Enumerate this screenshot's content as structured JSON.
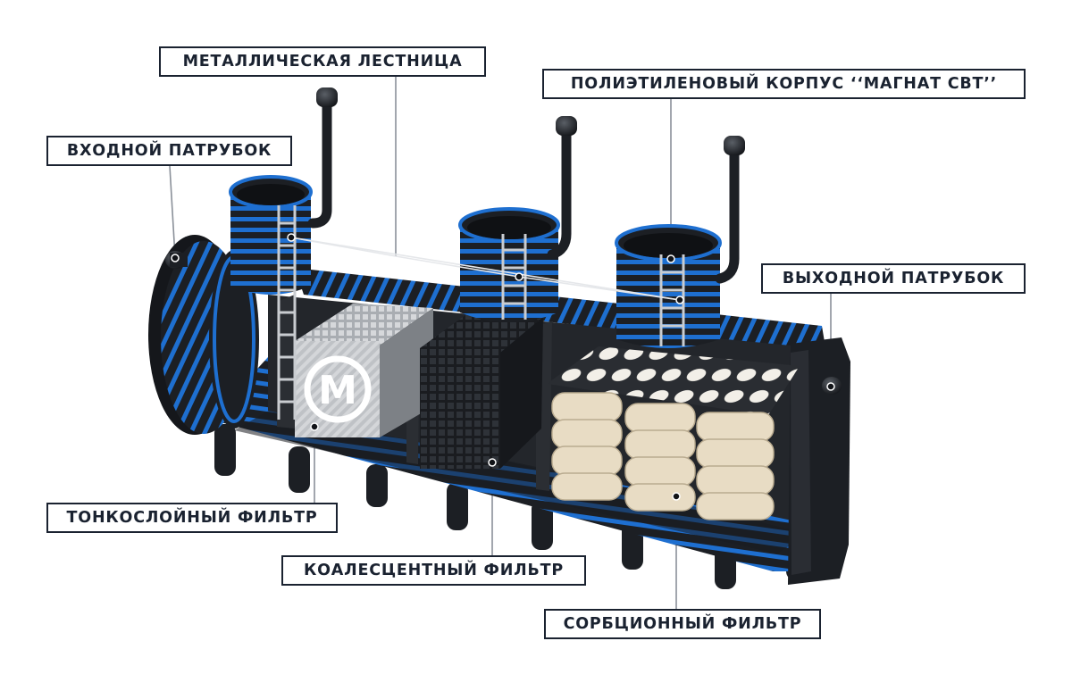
{
  "labels": {
    "ladder": "МЕТАЛЛИЧЕСКАЯ ЛЕСТНИЦА",
    "body": "ПОЛИЭТИЛЕНОВЫЙ КОРПУС ‘‘МАГНАТ СВТ’’",
    "inlet": "ВХОДНОЙ ПАТРУБОК",
    "outlet": "ВЫХОДНОЙ ПАТРУБОК",
    "thin_layer_filter": "ТОНКОСЛОЙНЫЙ ФИЛЬТР",
    "coalescent_filter": "КОАЛЕСЦЕНТНЫЙ ФИЛЬТР",
    "sorption_filter": "СОРБЦИОННЫЙ ФИЛЬТР"
  },
  "logo": {
    "letter": "M"
  },
  "colors": {
    "tank_dark": "#1c1f24",
    "rib_blue": "#1e6fd0",
    "label_border": "#1a2230",
    "sorbent_bag": "#e8dcc4",
    "coalescent_block": "#2b2f35",
    "thin_layer_block": "#c9ccd0"
  }
}
